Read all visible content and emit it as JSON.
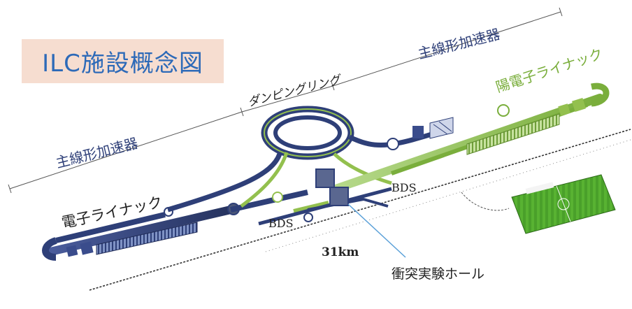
{
  "title": "ILC施設概念図",
  "labels": {
    "main_linac_right": "主線形加速器",
    "main_linac_left": "主線形加速器",
    "damping_ring": "ダンピングリング",
    "positron_linac": "陽電子ライナック",
    "electron_linac": "電子ライナック",
    "bds_right": "BDS",
    "bds_left": "BDS",
    "length": "31km",
    "collision_hall": "衝突実験ホール"
  },
  "colors": {
    "electron_beam": "#2e3f78",
    "positron_beam": "#93c04e",
    "title_bg": "#f6ddd0",
    "title_text": "#2d6ab8",
    "hall_pointer": "#5aa0d8",
    "soccer_field": "#4aa02a"
  }
}
